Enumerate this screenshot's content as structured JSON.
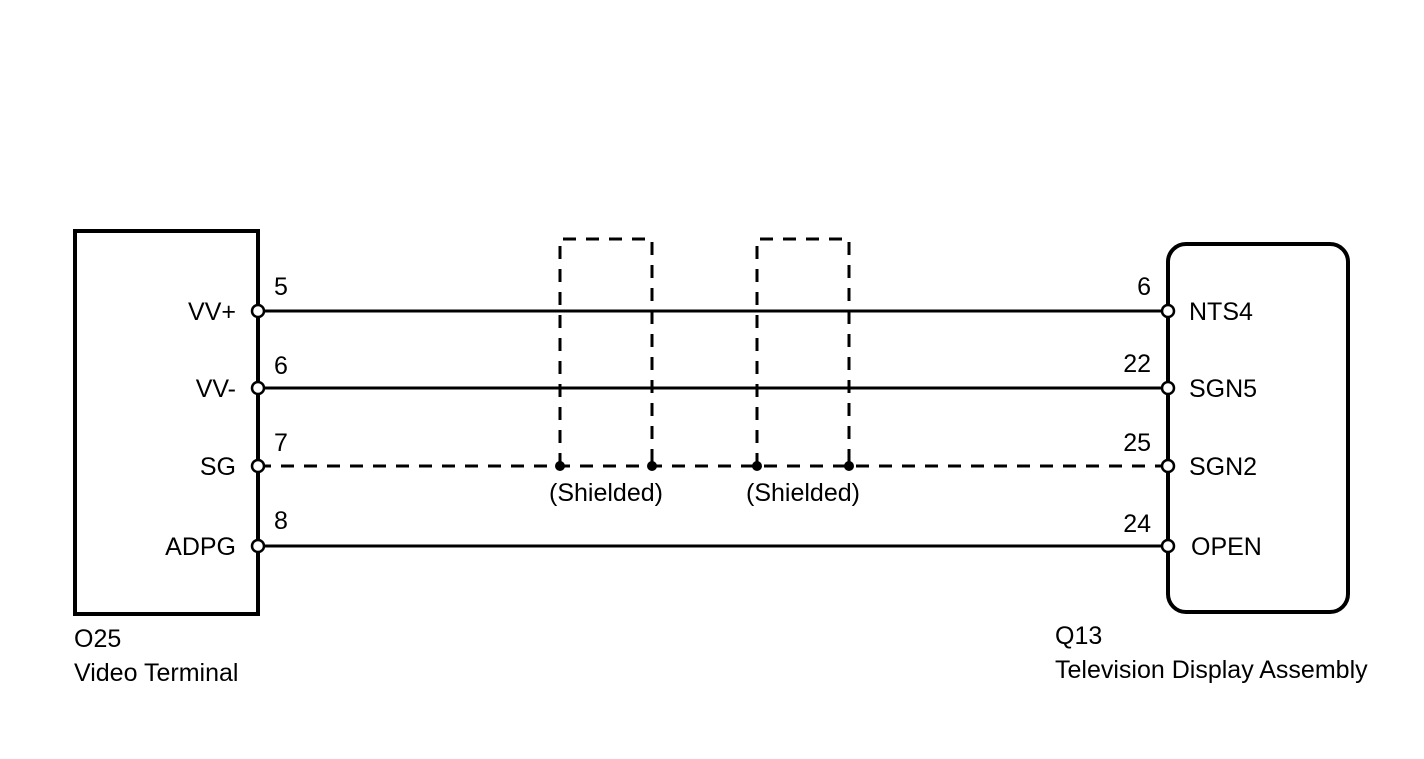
{
  "left_component": {
    "code": "O25",
    "name": "Video Terminal"
  },
  "right_component": {
    "code": "Q13",
    "name": "Television Display Assembly"
  },
  "connections": [
    {
      "left_label": "VV+",
      "left_pin": "5",
      "right_pin": "6",
      "right_label": "NTS4",
      "style": "solid"
    },
    {
      "left_label": "VV-",
      "left_pin": "6",
      "right_pin": "22",
      "right_label": "SGN5",
      "style": "solid"
    },
    {
      "left_label": "SG",
      "left_pin": "7",
      "right_pin": "25",
      "right_label": "SGN2",
      "style": "dashed"
    },
    {
      "left_label": "ADPG",
      "left_pin": "8",
      "right_pin": "24",
      "right_label": "OPEN",
      "style": "solid"
    }
  ],
  "shields": [
    {
      "label": "(Shielded)"
    },
    {
      "label": "(Shielded)"
    }
  ]
}
